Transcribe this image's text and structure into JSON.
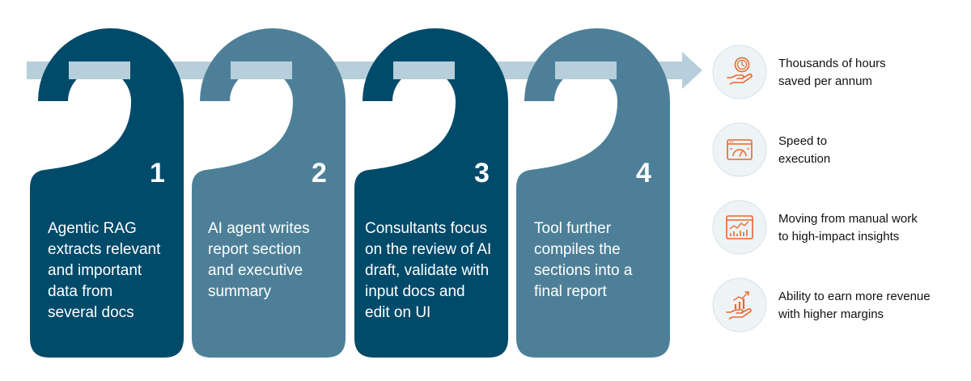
{
  "steps": [
    {
      "number": "1",
      "text_lines": [
        "Agentic RAG",
        "extracts relevant",
        "and important",
        "data from",
        "several docs"
      ]
    },
    {
      "number": "2",
      "text_lines": [
        "AI agent writes",
        "report section",
        "and executive",
        "summary"
      ]
    },
    {
      "number": "3",
      "text_lines": [
        "Consultants focus",
        "on the review of AI",
        "draft, validate with",
        "input docs and",
        "edit on UI"
      ]
    },
    {
      "number": "4",
      "text_lines": [
        "Tool further",
        "compiles the",
        "sections into a",
        "final report"
      ]
    }
  ],
  "benefits": [
    {
      "icon": "clock-hand-icon",
      "lines": [
        "Thousands of hours",
        "saved per annum"
      ]
    },
    {
      "icon": "speedometer-browser-icon",
      "lines": [
        "Speed to",
        "execution"
      ]
    },
    {
      "icon": "chart-browser-icon",
      "lines": [
        "Moving from manual work",
        "to high-impact insights"
      ]
    },
    {
      "icon": "growth-hand-icon",
      "lines": [
        "Ability to earn more revenue",
        "with higher margins"
      ]
    }
  ],
  "colors": {
    "dark_teal": "#004a6a",
    "light_teal": "#4d8098",
    "arrow": "#b6cfda",
    "icon_accent": "#e8672a",
    "icon_circle": "#eef3f6"
  }
}
